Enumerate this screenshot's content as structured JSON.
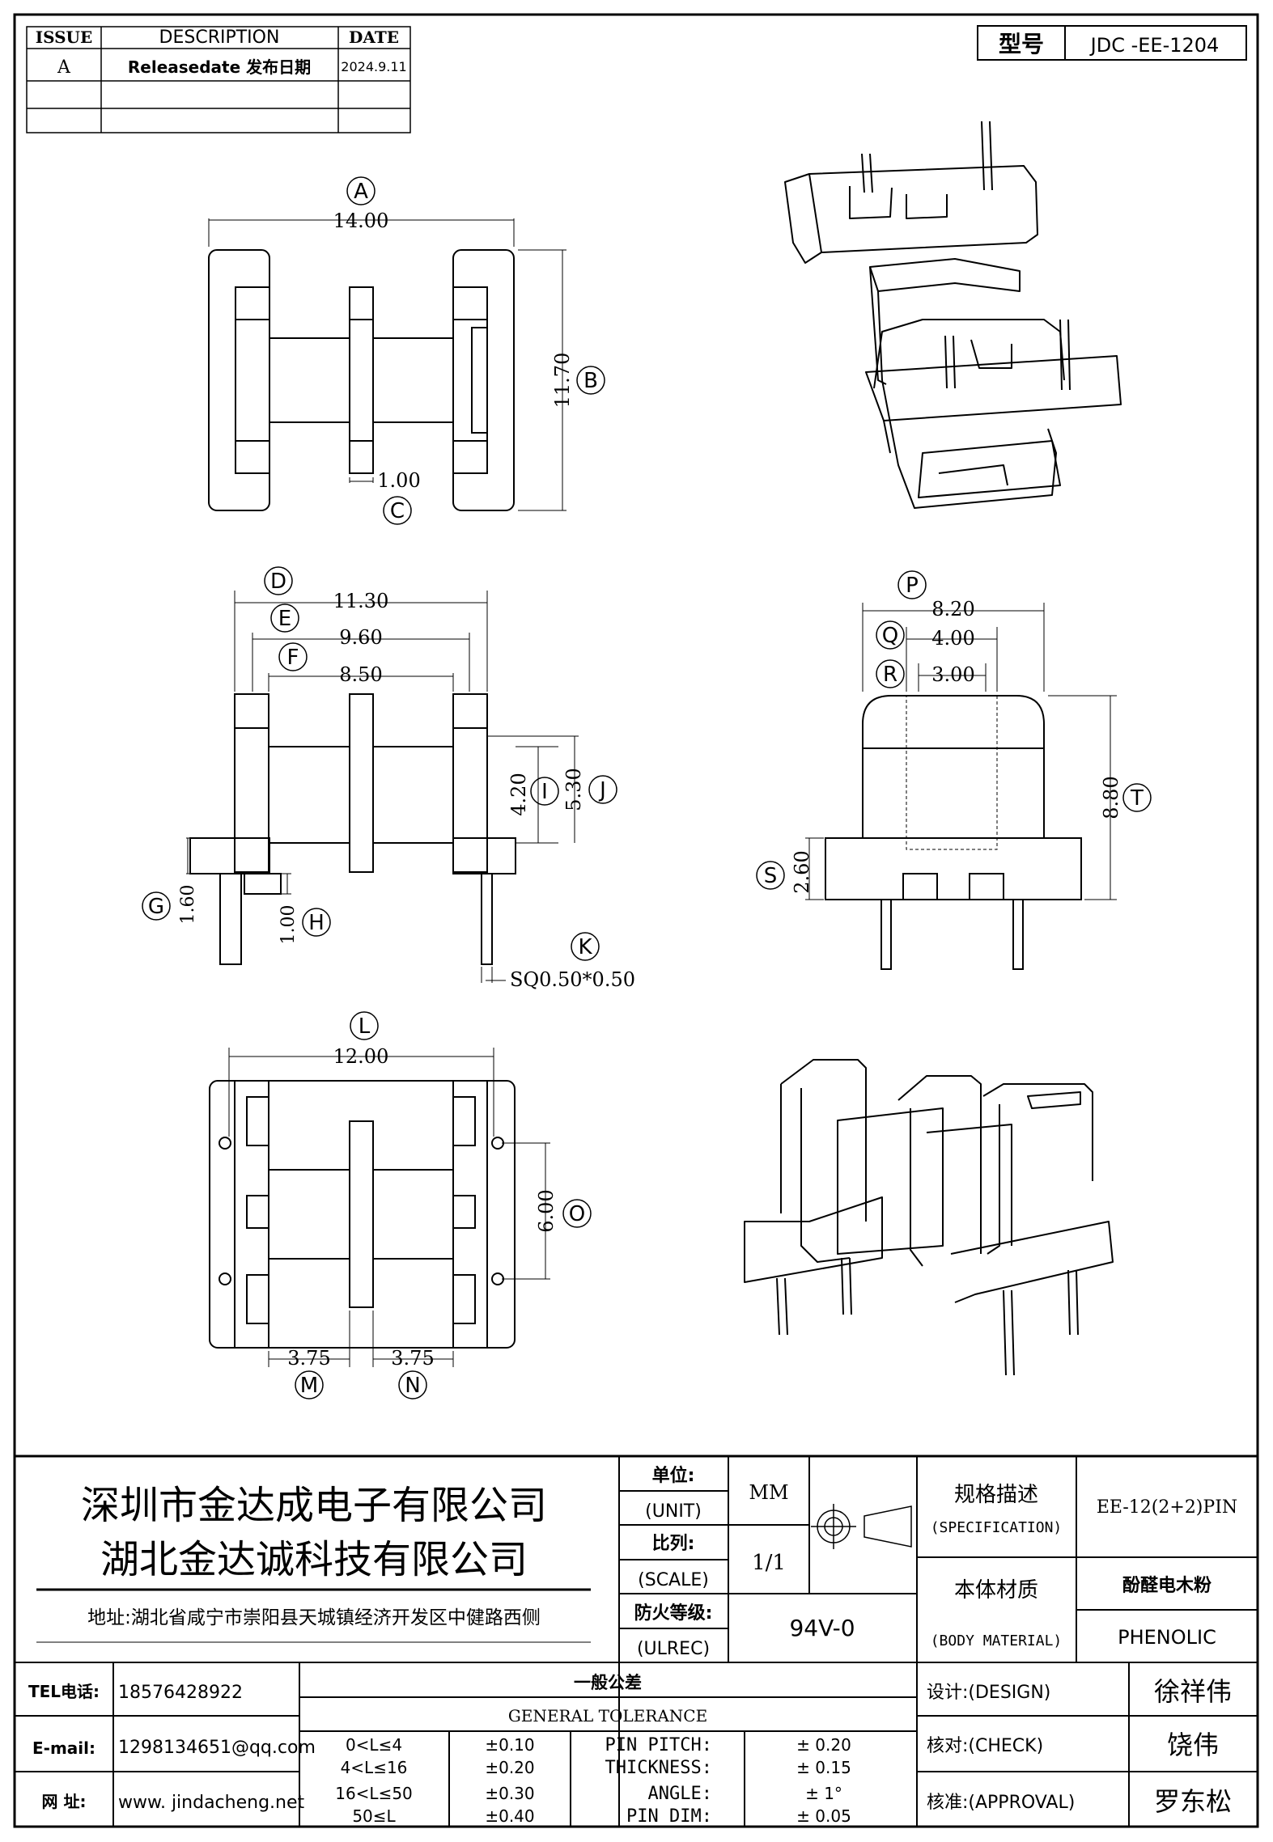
{
  "revision_table": {
    "headers": [
      "ISSUE",
      "DESCRIPTION",
      "DATE"
    ],
    "rows": [
      {
        "issue": "A",
        "description": "Releasedate 发布日期",
        "date": "2024.9.11"
      }
    ]
  },
  "model_box": {
    "label": "型号",
    "value": "JDC -EE-1204"
  },
  "top_view": {
    "A": "14.00",
    "B": "11.70",
    "C": "1.00"
  },
  "front_view": {
    "D": "11.30",
    "E": "9.60",
    "F": "8.50",
    "I": "4.20",
    "J": "5.30",
    "G": "1.60",
    "H": "1.00",
    "K": "SQ0.50*0.50"
  },
  "side_view": {
    "P": "8.20",
    "Q": "4.00",
    "R": "3.00",
    "T": "8.80",
    "S": "2.60"
  },
  "bottom_view": {
    "L": "12.00",
    "O": "6.00",
    "M": "3.75",
    "N": "3.75"
  },
  "balloons": [
    "A",
    "B",
    "C",
    "D",
    "E",
    "F",
    "G",
    "H",
    "I",
    "J",
    "K",
    "L",
    "M",
    "N",
    "O",
    "P",
    "Q",
    "R",
    "S",
    "T"
  ],
  "title_block": {
    "company_1": "深圳市金达成电子有限公司",
    "company_2": "湖北金达诚科技有限公司",
    "address": "地址:湖北省咸宁市崇阳县天城镇经济开发区中健路西侧",
    "unit_cn": "单位:",
    "unit_en": "(UNIT)",
    "unit_value": "MM",
    "scale_cn": "比列:",
    "scale_en": "(SCALE)",
    "scale_value": "1/1",
    "fire_cn": "防火等级:",
    "fire_en": "(ULREC)",
    "fire_value": "94V-0",
    "spec_cn": "规格描述",
    "spec_en": "(SPECIFICATION)",
    "spec_value": "EE-12(2+2)PIN",
    "material_cn": "本体材质",
    "material_en": "(BODY MATERIAL)",
    "material_value_cn": "酚醛电木粉",
    "material_value_en": "PHENOLIC",
    "tel_label": "TEL电话:",
    "tel": "18576428922",
    "email_label": "E-mail:",
    "email": "1298134651@qq.com",
    "web_label": "网  址:",
    "web": "www. jindacheng.net",
    "tolerance_cn": "一般公差",
    "tolerance_en": "GENERAL TOLERANCE",
    "tolerances": [
      {
        "range": "0<L≤4",
        "value": "±0.10",
        "item": "PIN PITCH:",
        "item_value": "± 0.20"
      },
      {
        "range": "4<L≤16",
        "value": "±0.20",
        "item": "THICKNESS:",
        "item_value": "± 0.15"
      },
      {
        "range": "16<L≤50",
        "value": "±0.30",
        "item": "ANGLE:",
        "item_value": "± 1°"
      },
      {
        "range": "50≤L",
        "value": "±0.40",
        "item": "PIN DIM:",
        "item_value": "± 0.05"
      }
    ],
    "design_label": "设计:(DESIGN)",
    "design_name": "徐祥伟",
    "check_label": "核对:(CHECK)",
    "check_name": "饶伟",
    "approval_label": "核准:(APPROVAL)",
    "approval_name": "罗东松"
  }
}
